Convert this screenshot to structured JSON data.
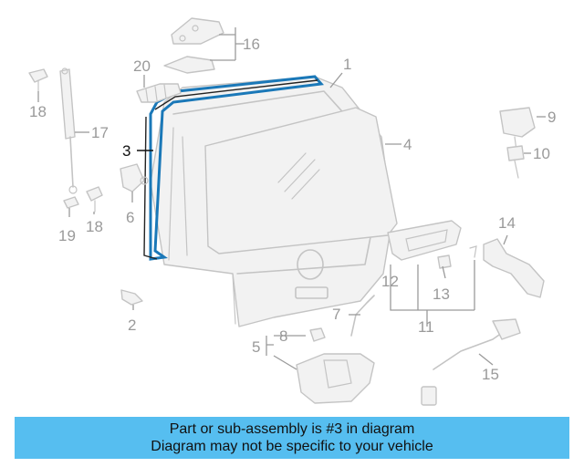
{
  "callouts": {
    "c1": "1",
    "c2": "2",
    "c3": "3",
    "c4": "4",
    "c5": "5",
    "c6": "6",
    "c7": "7",
    "c8": "8",
    "c9": "9",
    "c10": "10",
    "c11": "11",
    "c12": "12",
    "c13": "13",
    "c14": "14",
    "c15": "15",
    "c16": "16",
    "c17": "17",
    "c18a": "18",
    "c18b": "18",
    "c19": "19",
    "c20": "20"
  },
  "highlight": {
    "part": "3",
    "color": "#1a78b8"
  },
  "banner": {
    "line1": "Part or sub-assembly is #3 in diagram",
    "line2": "Diagram may not be specific to your vehicle",
    "color": "#56bef0"
  }
}
